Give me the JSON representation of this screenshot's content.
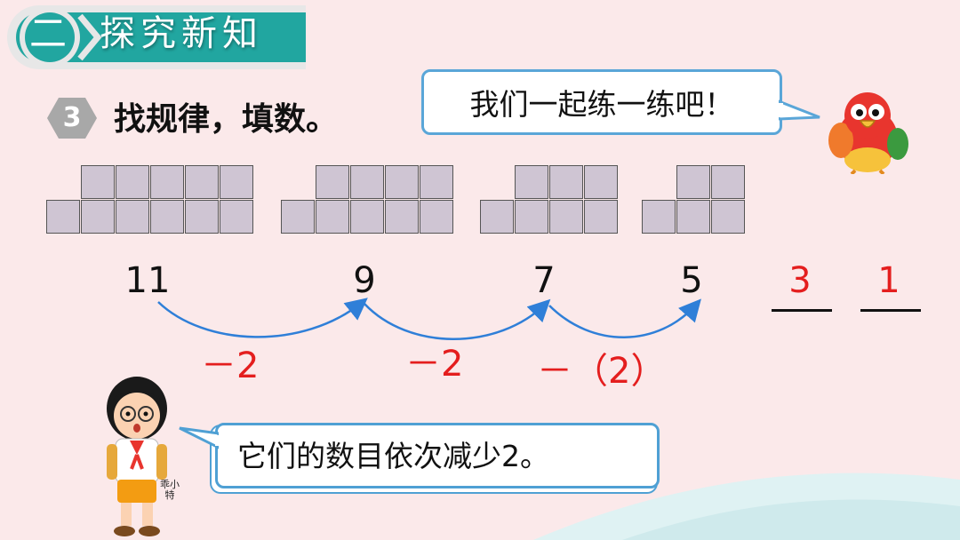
{
  "header": {
    "section_number": "二",
    "section_title": "探究新知",
    "banner_colors": {
      "outer": "#e7e7e7",
      "inner": "#21a6a0"
    }
  },
  "problem": {
    "number": "3",
    "title": "找规律，填数。",
    "badge_color": "#a8a8a8"
  },
  "bubbles": {
    "parrot_speech": "我们一起练一练吧！",
    "boy_speech": "它们的数目依次减少2。"
  },
  "sequence": {
    "given": [
      "11",
      "9",
      "7",
      "5"
    ],
    "answers": [
      "3",
      "1"
    ],
    "differences": [
      "－2",
      "－2",
      "－（2）"
    ],
    "grid_cell_counts": [
      11,
      9,
      7,
      5
    ]
  },
  "character": {
    "boy_name": "乖小特",
    "parrot_icon": "parrot-icon",
    "boy_icon": "boy-icon"
  },
  "colors": {
    "answer": "#e41e1e",
    "arrow": "#2f7fd8",
    "cell_fill": "#cfc5d3",
    "bubble_border": "#5aa6d8"
  }
}
